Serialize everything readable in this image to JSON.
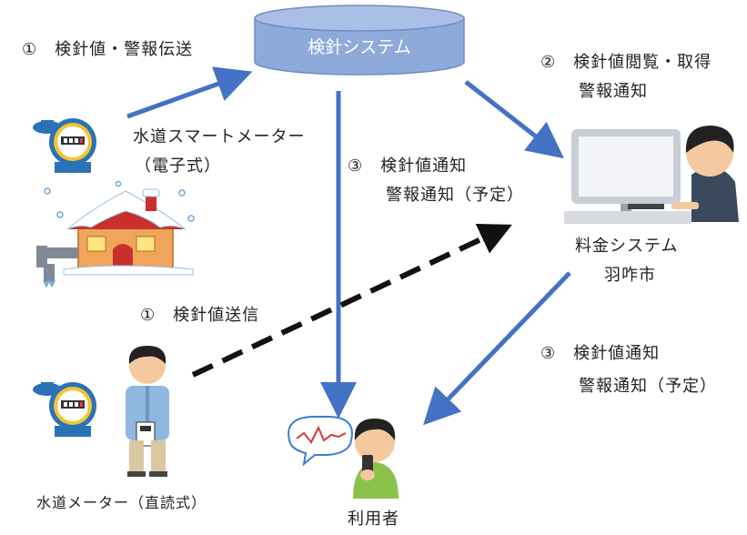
{
  "system": {
    "name": "検針システム"
  },
  "labels": {
    "step1_transmit": "①　検針値・警報伝送",
    "smart_meter_line1": "水道スマートメーター",
    "smart_meter_line2": "（電子式）",
    "step3_center_line1": "③　検針値通知",
    "step3_center_line2": "警報通知（予定）",
    "step2_line1": "②　検針値閲覧・取得",
    "step2_line2": "警報通知",
    "billing_line1": "料金システム",
    "billing_line2": "羽咋市",
    "step1_send": "①　検針値送信",
    "step3_right_line1": "③　検針値通知",
    "step3_right_line2": "警報通知（予定）",
    "manual_meter": "水道メーター（直読式）",
    "user": "利用者"
  },
  "colors": {
    "arrow_blue": "#4472c4",
    "dashed_black": "#111111",
    "db_fill": "#8eaadb"
  },
  "icons": [
    "smart-water-meter-icon",
    "snowy-house-icon",
    "water-meter-icon",
    "meter-reader-person-icon",
    "office-worker-computer-icon",
    "smartphone-user-icon"
  ]
}
